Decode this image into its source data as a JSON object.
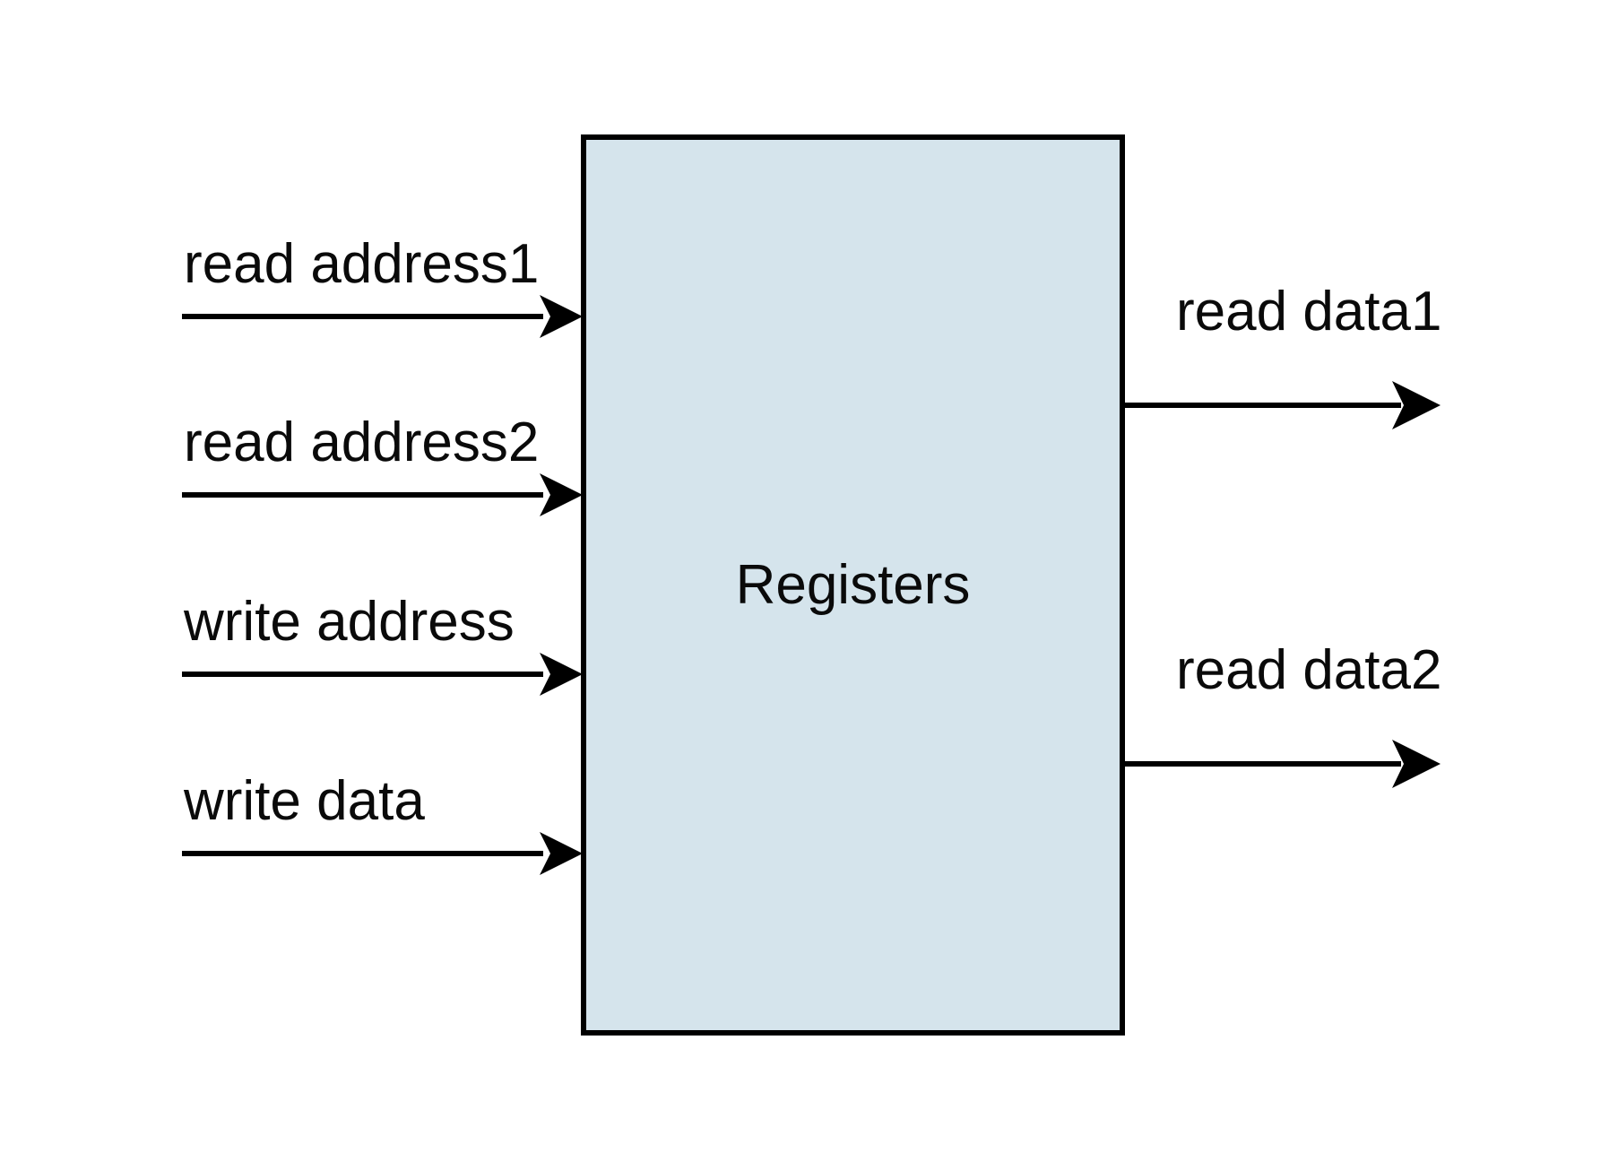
{
  "diagram": {
    "title": "register-file-block-diagram",
    "block": {
      "label": "Registers",
      "fill": "#d5e4ec",
      "border_color": "#000000"
    },
    "line_color": "#000000",
    "inputs": [
      {
        "label": "read address1"
      },
      {
        "label": "read address2"
      },
      {
        "label": "write address"
      },
      {
        "label": "write data"
      }
    ],
    "outputs": [
      {
        "label": "read data1"
      },
      {
        "label": "read data2"
      }
    ]
  }
}
